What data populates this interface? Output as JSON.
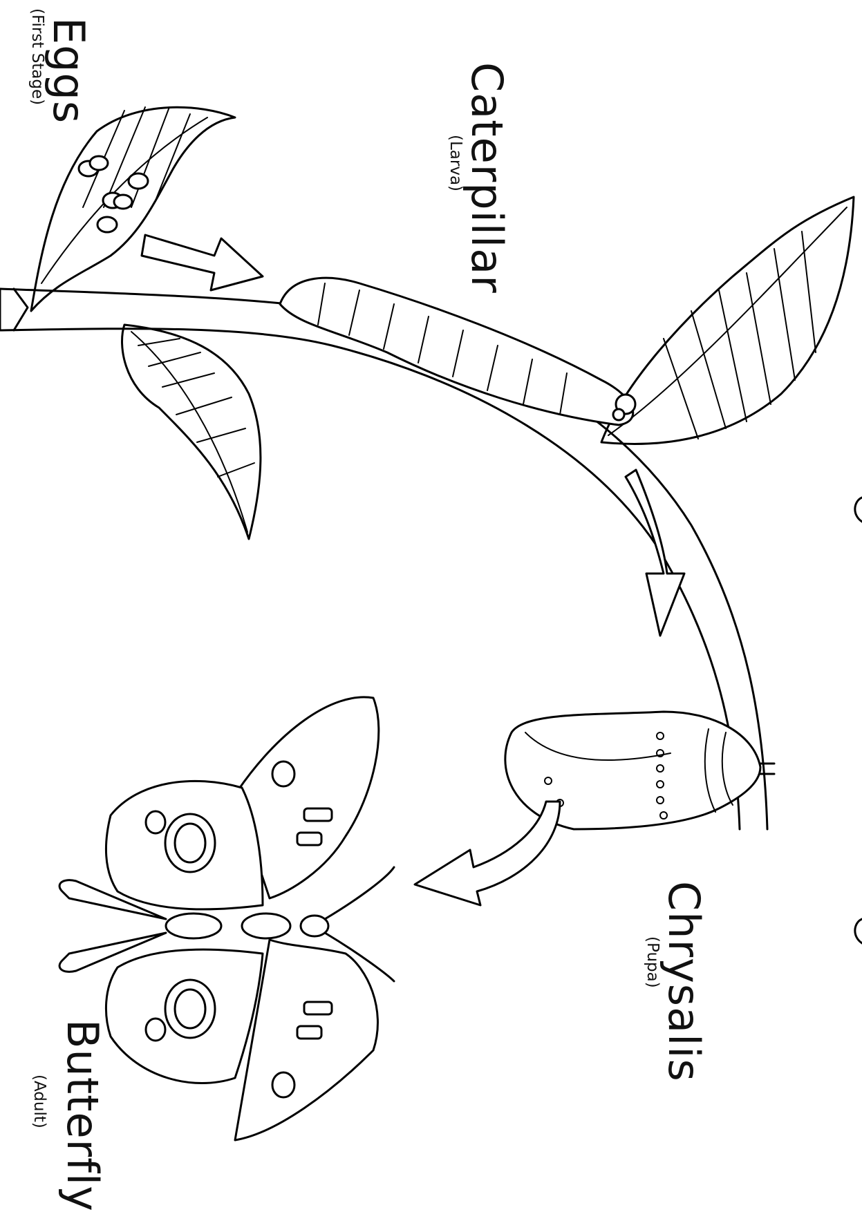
{
  "stages": {
    "eggs": {
      "title": "Eggs",
      "subtitle": "(First Stage)"
    },
    "caterpillar": {
      "title": "Caterpillar",
      "subtitle": "(Larva)"
    },
    "chrysalis": {
      "title": "Chrysalis",
      "subtitle": "(Pupa)"
    },
    "butterfly": {
      "title": "Butterfly",
      "subtitle": "(Adult)"
    }
  }
}
